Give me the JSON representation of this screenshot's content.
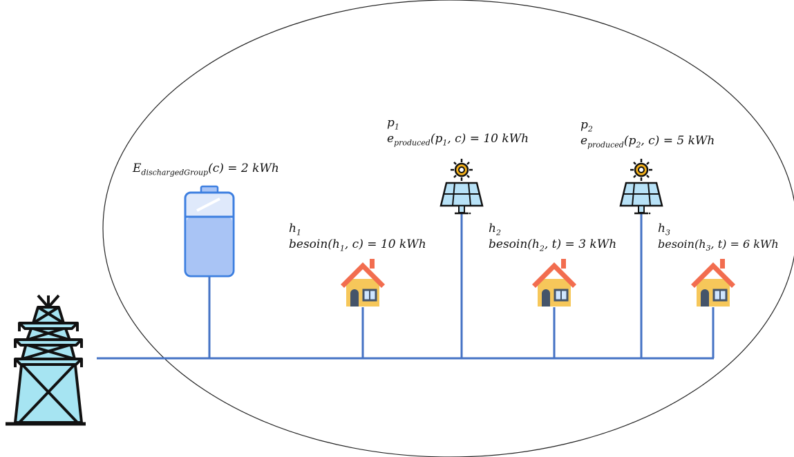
{
  "battery": {
    "label_main": "E",
    "label_sub": "dischargedGroup",
    "label_rest": "(c) = 2 kWh"
  },
  "producers": [
    {
      "name": "p",
      "index": "1",
      "e_main": "e",
      "e_sub": "produced",
      "e_arg": "(p",
      "e_arg_sub": "1",
      "e_tail": ", c) = 10 kWh",
      "icon": "solar-panel-icon"
    },
    {
      "name": "p",
      "index": "2",
      "e_main": "e",
      "e_sub": "produced",
      "e_arg": "(p",
      "e_arg_sub": "2",
      "e_tail": ", c) = 5 kWh",
      "icon": "solar-panel-icon"
    }
  ],
  "houses": [
    {
      "name": "h",
      "index": "1",
      "b_main": "besoin(h",
      "b_sub": "1",
      "b_tail": ", c) =  10 kWh",
      "icon": "house-icon"
    },
    {
      "name": "h",
      "index": "2",
      "b_main": "besoin(h",
      "b_sub": "2",
      "b_tail": ", t) =  3 kWh",
      "icon": "house-icon"
    },
    {
      "name": "h",
      "index": "3",
      "b_main": "besoin(h",
      "b_sub": "3",
      "b_tail": ", t) =  6 kWh",
      "icon": "house-icon"
    }
  ],
  "grid": {
    "icon": "power-pylon-icon"
  },
  "colors": {
    "line": "#4472c4",
    "battery_fill": "#a9c4f5",
    "battery_stroke": "#3d7fe0",
    "house_wall": "#f6c75a",
    "house_roof": "#f26d4f",
    "panel": "#b8e2f7",
    "sun": "#f6b21a",
    "pylon": "#a6e4f2"
  }
}
